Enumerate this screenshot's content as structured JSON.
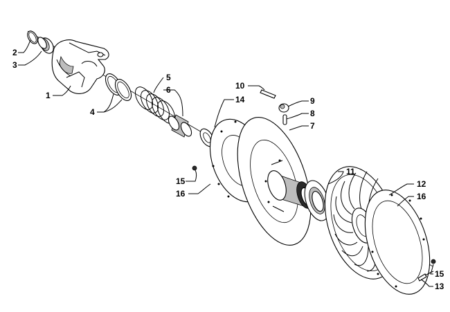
{
  "callouts": [
    {
      "id": "c2",
      "text": "2"
    },
    {
      "id": "c3",
      "text": "3"
    },
    {
      "id": "c1",
      "text": "1"
    },
    {
      "id": "c4",
      "text": "4"
    },
    {
      "id": "c5",
      "text": "5"
    },
    {
      "id": "c6",
      "text": "6"
    },
    {
      "id": "c10",
      "text": "10"
    },
    {
      "id": "c14",
      "text": "14"
    },
    {
      "id": "c9",
      "text": "9"
    },
    {
      "id": "c8",
      "text": "8"
    },
    {
      "id": "c7",
      "text": "7"
    },
    {
      "id": "c11",
      "text": "11"
    },
    {
      "id": "c12",
      "text": "12"
    },
    {
      "id": "c16a",
      "text": "16"
    },
    {
      "id": "c15a",
      "text": "15"
    },
    {
      "id": "c16b",
      "text": "16"
    },
    {
      "id": "c15b",
      "text": "15"
    },
    {
      "id": "c13",
      "text": "13"
    }
  ]
}
